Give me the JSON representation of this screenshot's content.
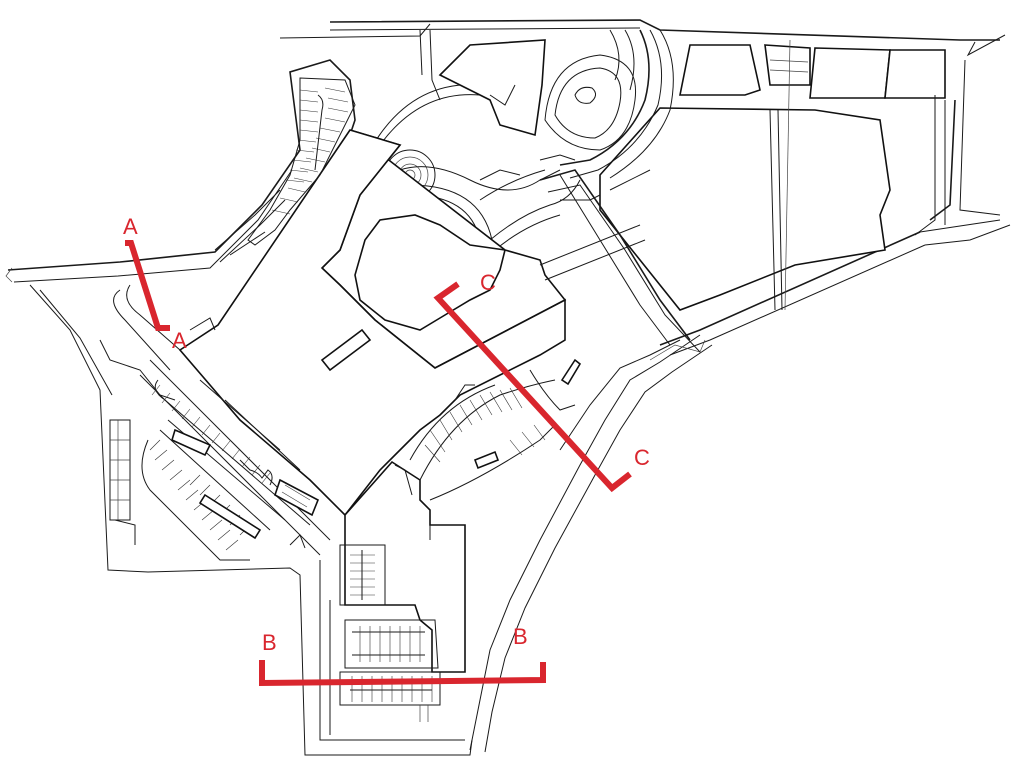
{
  "colors": {
    "section_line": "#d9262e",
    "linework": "#1a1a1a",
    "background": "#ffffff"
  },
  "sections": {
    "a": {
      "start_label": "A",
      "end_label": "A"
    },
    "b": {
      "start_label": "B",
      "end_label": "B"
    },
    "c": {
      "start_label": "C",
      "end_label": "C"
    }
  }
}
